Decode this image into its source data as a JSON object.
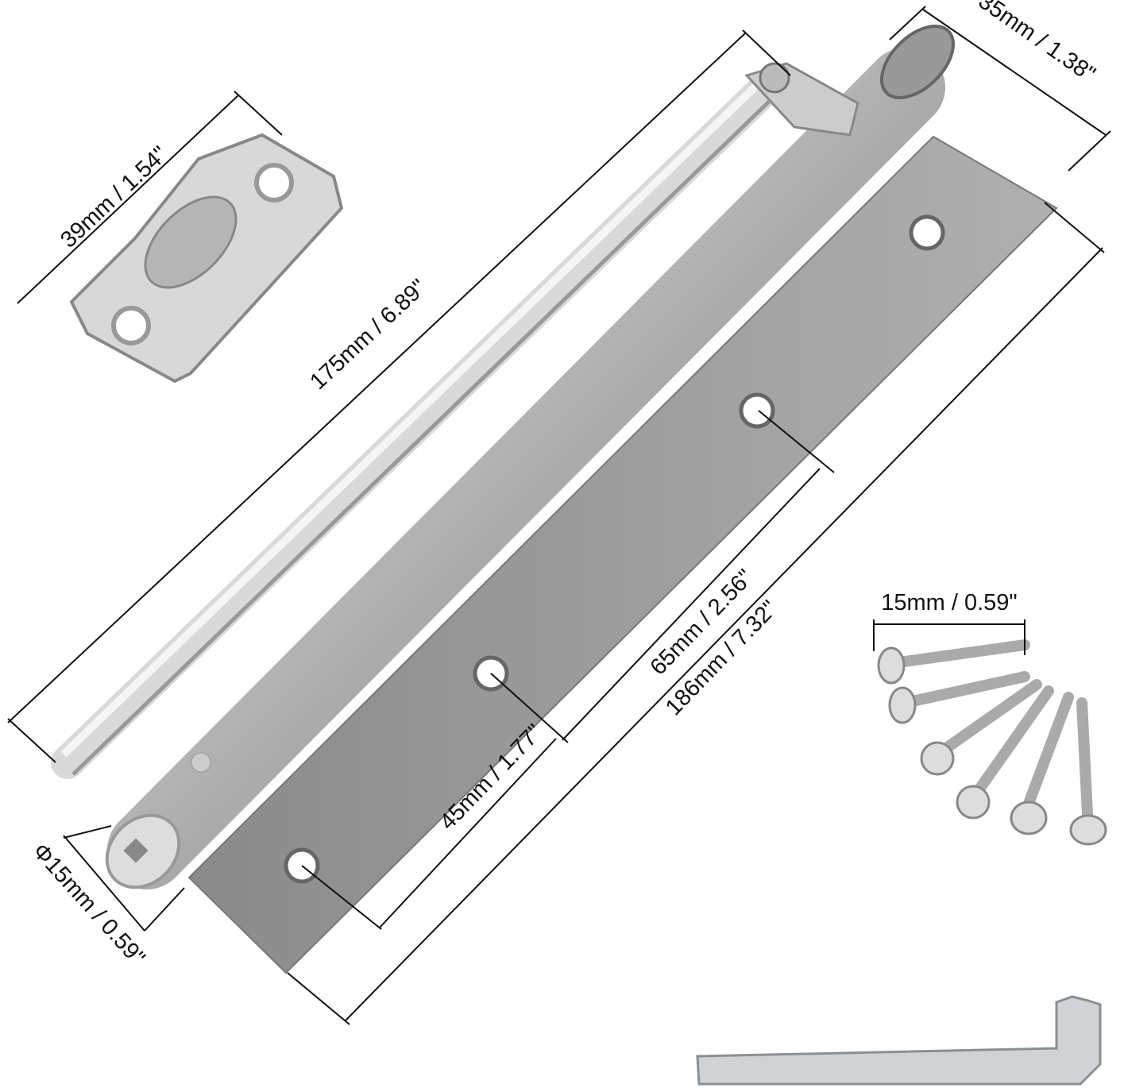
{
  "product": {
    "parts": [
      "door-closer-body",
      "mounting-bracket",
      "screws",
      "hex-key"
    ],
    "colors": {
      "plate": "#9a9a9a",
      "cylinder": "#8c8c8c",
      "rod": "#d8d8d8",
      "background": "#ffffff"
    }
  },
  "dimensions": {
    "cap_width": "35mm / 1.38\"",
    "bracket_length": "39mm / 1.54\"",
    "arm_length": "175mm / 6.89\"",
    "hole_spacing_upper": "65mm / 2.56\"",
    "plate_length": "186mm / 7.32\"",
    "screw_length": "15mm / 0.59\"",
    "cylinder_diameter": "Φ15mm / 0.59\"",
    "hole_spacing_lower": "45mm / 1.77\""
  }
}
